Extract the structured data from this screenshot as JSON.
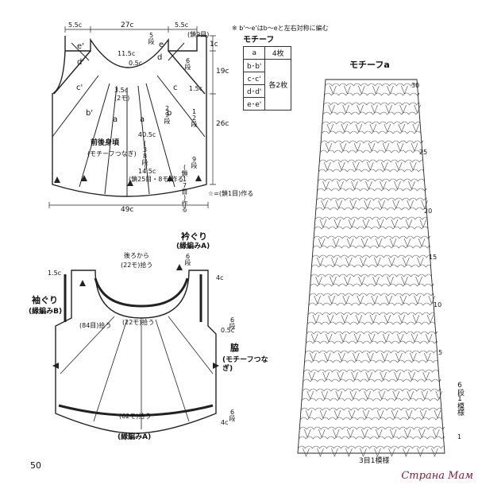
{
  "top_diagram": {
    "dims": {
      "left_55": "5.5c",
      "center_27": "27c",
      "right_55": "5.5c",
      "r_1c": "1c",
      "r_19c": "19c",
      "r_26c": "26c",
      "bottom_49c": "49c",
      "c_115": "11.5c",
      "c_05": "0.5c",
      "c_35": "3.5c",
      "c_35_sub": "(2モ)",
      "c_405": "40.5c",
      "c_405_sub": "(38段)",
      "c_145": "14.5c",
      "c_145_sub": "(鎖25目・8モ)作る",
      "c_15": "1.5c",
      "chain9": "(鎖9目)",
      "chain17": "(鎖17目)作る",
      "dan5": "5段",
      "dan6": "6段",
      "dan29": "29段",
      "dan12": "12段",
      "dan9": "9段"
    },
    "labels": {
      "e": "e",
      "d": "d",
      "c": "c",
      "b": "b",
      "a": "a",
      "ep": "e'",
      "dp": "d'",
      "cp": "c'",
      "bp": "b'",
      "a2": "a",
      "body_title": "前後身頃",
      "body_sub": "(モチーフつなぎ)"
    },
    "note_star": "☆=(鎖1目)作る"
  },
  "motif_table": {
    "note": "※ b'〜e'はb〜eと左右対称に編む",
    "title": "モチーフ",
    "rows": [
      {
        "name": "a",
        "count": "4枚"
      },
      {
        "name": "b･b'",
        "count": "各2枚"
      },
      {
        "name": "c･c'",
        "count": ""
      },
      {
        "name": "d･d'",
        "count": ""
      },
      {
        "name": "e･e'",
        "count": ""
      }
    ]
  },
  "motif_a": {
    "title": "モチーフa",
    "row_marks": [
      "30",
      "25",
      "20",
      "15",
      "10",
      "5",
      "1"
    ],
    "repeat_label": "6段1模様",
    "bottom_label": "3目1模様"
  },
  "bottom_diagram": {
    "neck_title": "衿ぐり",
    "neck_sub": "(縁編みA)",
    "armhole_title": "袖ぐり",
    "armhole_sub": "(縁編みB)",
    "side_title": "脇",
    "side_sub": "(モチーフつなぎ)",
    "hem_label": "(縁編みA)",
    "back_pick": "後ろから",
    "back_pick_sub": "(22モ)拾う",
    "front_pick": "(22モ)拾う",
    "armhole_pick": "(84目)拾う",
    "hem_pick": "(62モ)拾う",
    "d_15": "1.5c",
    "d_05": "0.5c",
    "d_4c_a": "4c",
    "d_4c_b": "4c",
    "dan6_a": "6段",
    "dan6_b": "6段",
    "dan6_c": "6段"
  },
  "page_number": "50",
  "watermark": "Страна Мам"
}
